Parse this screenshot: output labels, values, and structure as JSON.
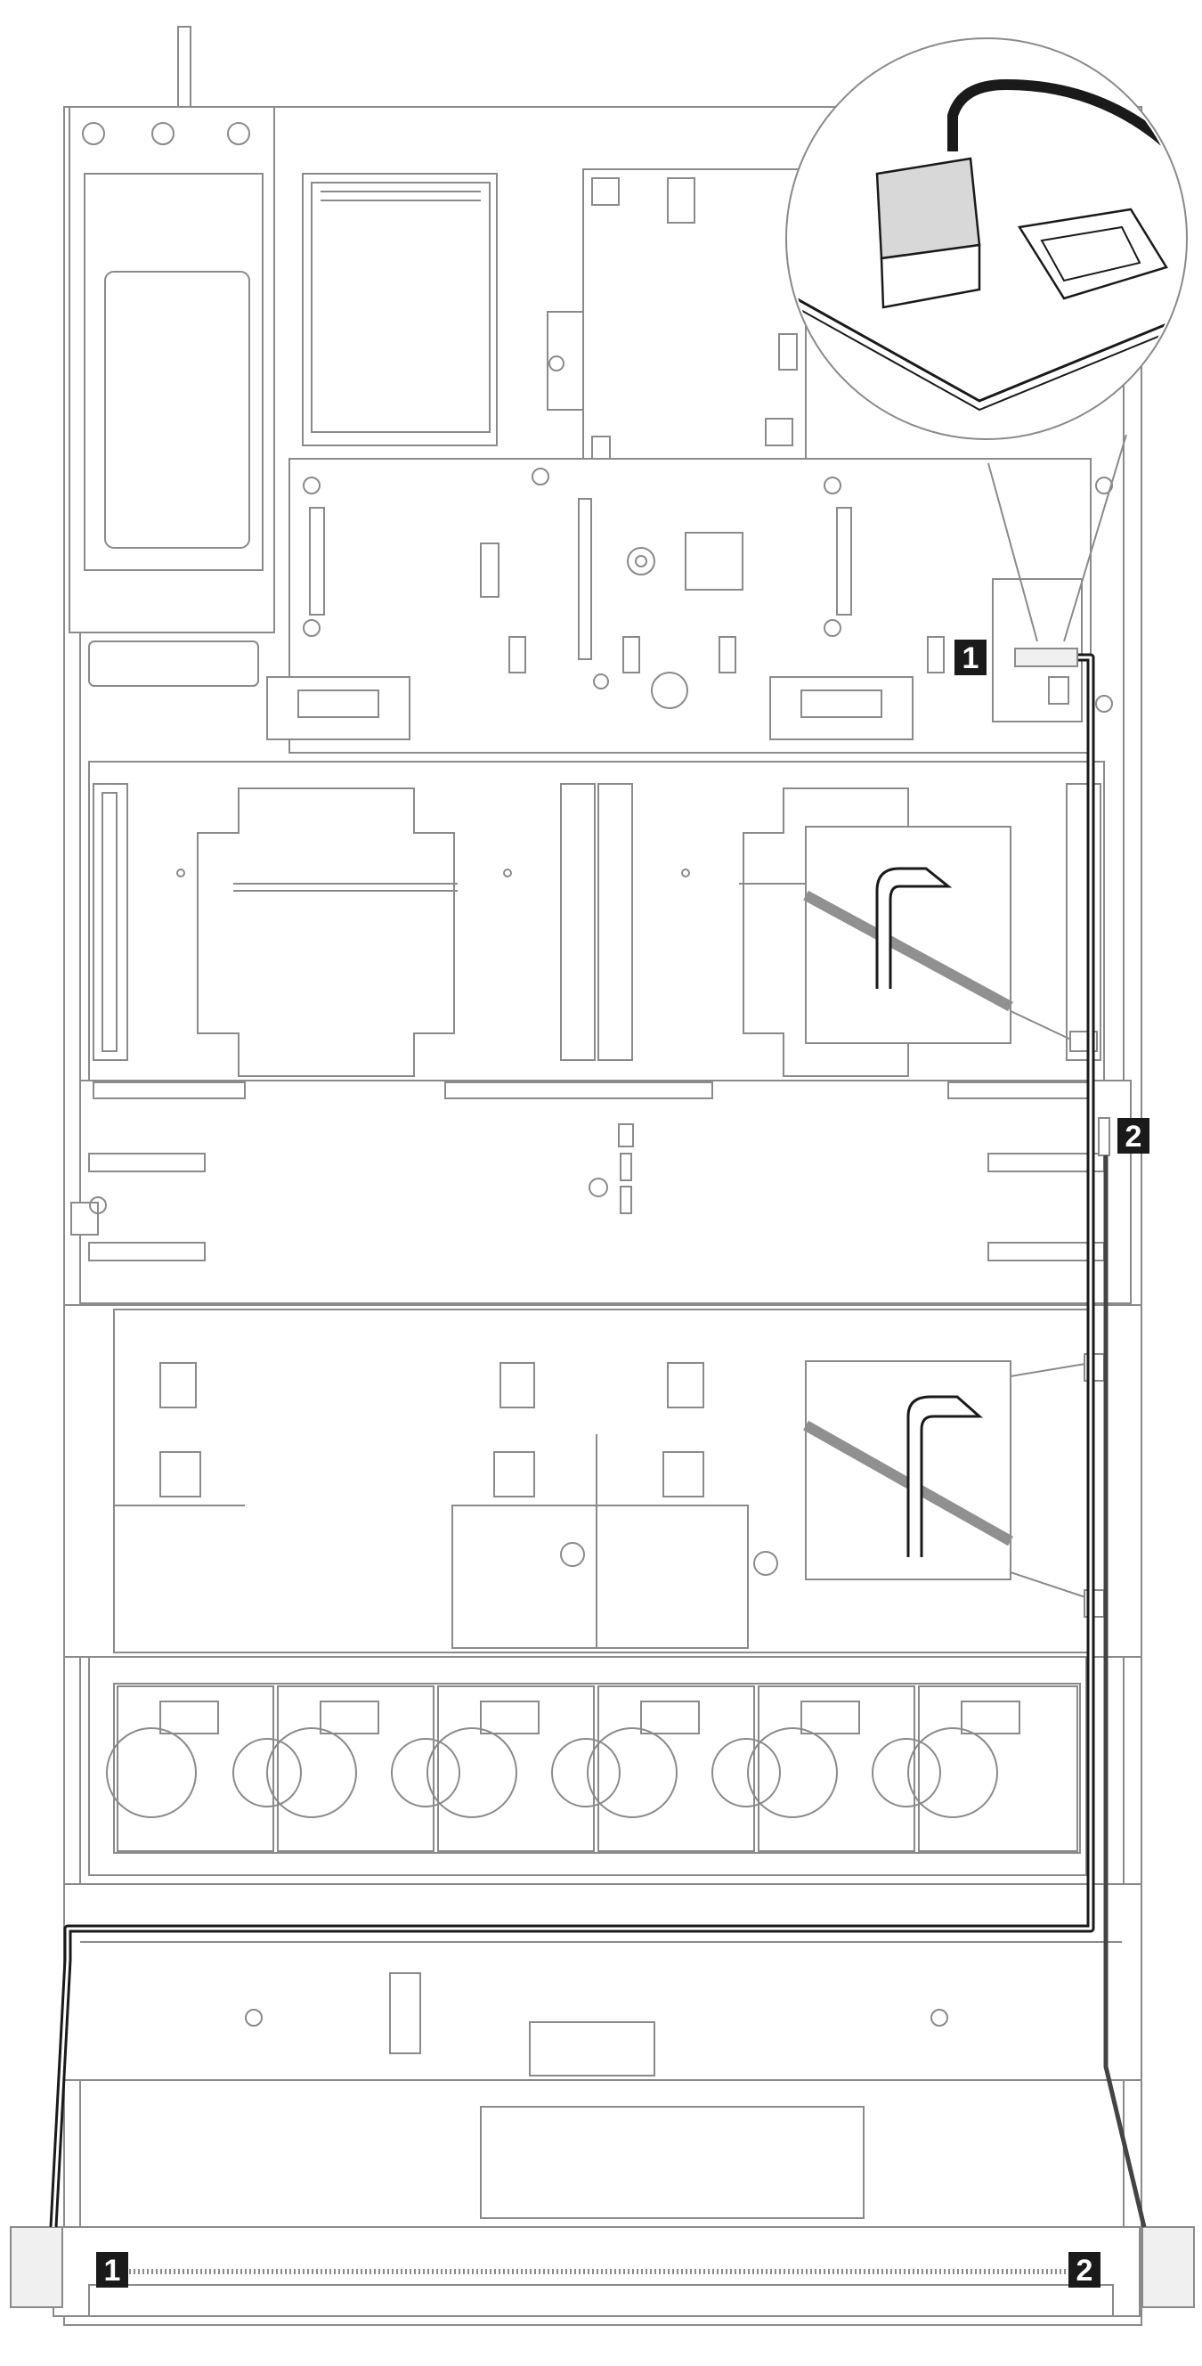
{
  "callouts": {
    "c1_top": "1",
    "c2_right": "2",
    "c1_bottom": "1",
    "c2_bottom": "2"
  },
  "colors": {
    "cable_primary": "#1a1a1a",
    "cable_secondary": "#444444",
    "outline": "#8a8a8a",
    "callout_fill": "#1a1a1a",
    "callout_text": "#ffffff"
  }
}
